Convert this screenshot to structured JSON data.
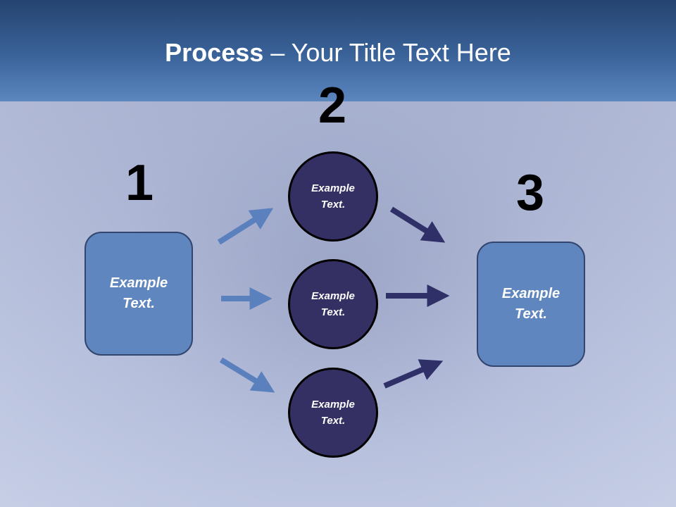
{
  "title": {
    "bold": "Process",
    "rest": " – Your Title Text Here"
  },
  "steps": {
    "one": "1",
    "two": "2",
    "three": "3"
  },
  "boxes": {
    "left": [
      "Example",
      "Text."
    ],
    "right": [
      "Example",
      "Text."
    ]
  },
  "circles": [
    [
      "Example",
      "Text."
    ],
    [
      "Example",
      "Text."
    ],
    [
      "Example",
      "Text."
    ]
  ],
  "colors": {
    "header": "#3a639a",
    "box": "#5f86be",
    "circle": "#343063",
    "arrow_light": "#5a80bd",
    "arrow_dark": "#2f3068"
  }
}
